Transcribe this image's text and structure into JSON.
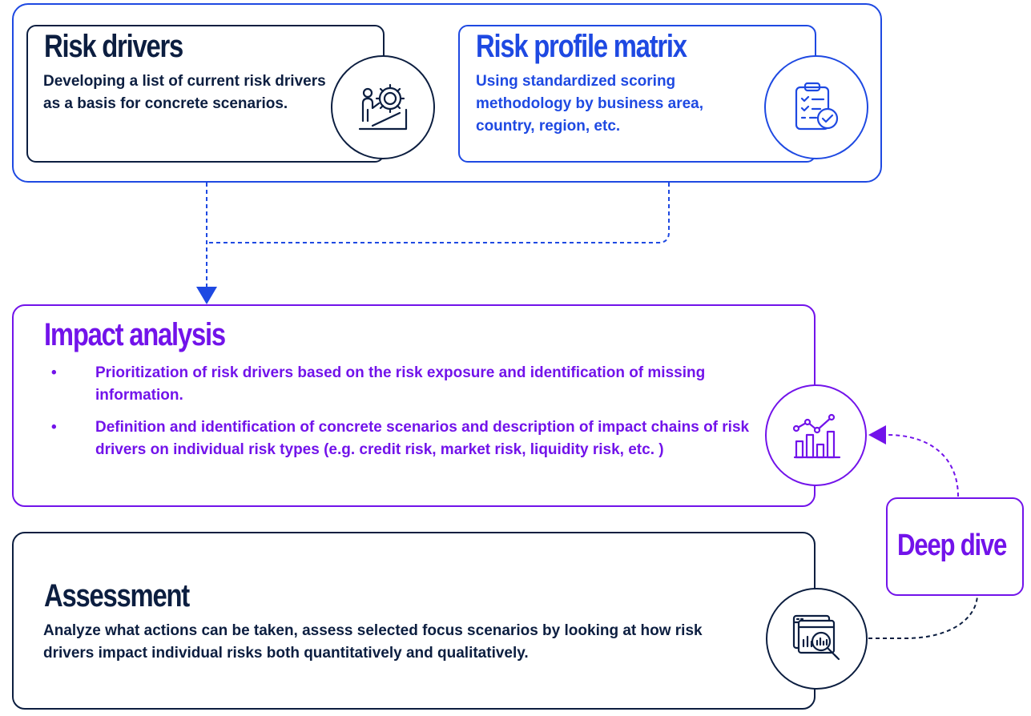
{
  "top_panel": {
    "risk_drivers": {
      "title": "Risk drivers",
      "description": "Developing a list of current risk drivers as a basis for concrete scenarios.",
      "icon": "person-gear-icon"
    },
    "risk_profile_matrix": {
      "title": "Risk profile matrix",
      "description": "Using standardized scoring methodology by business area, country, region, etc.",
      "icon": "clipboard-check-icon"
    }
  },
  "impact_analysis": {
    "title": "Impact analysis",
    "bullet_symbol": "•",
    "bullets": [
      "Prioritization of risk drivers based on the risk exposure and identification of missing information.",
      "Definition and identification of concrete scenarios and description of impact chains of risk drivers on individual risk types (e.g. credit risk, market risk, liquidity risk, etc. )"
    ],
    "icon": "bar-chart-trend-icon"
  },
  "deep_dive": {
    "label": "Deep dive"
  },
  "assessment": {
    "title": "Assessment",
    "description": "Analyze what actions can be taken, assess selected focus scenarios by looking at how risk drivers impact individual risks both quantitatively and qualitatively.",
    "icon": "screen-magnifier-icon"
  },
  "colors": {
    "blue": "#1e49e2",
    "navy": "#0c1e40",
    "purple": "#7213ea"
  }
}
